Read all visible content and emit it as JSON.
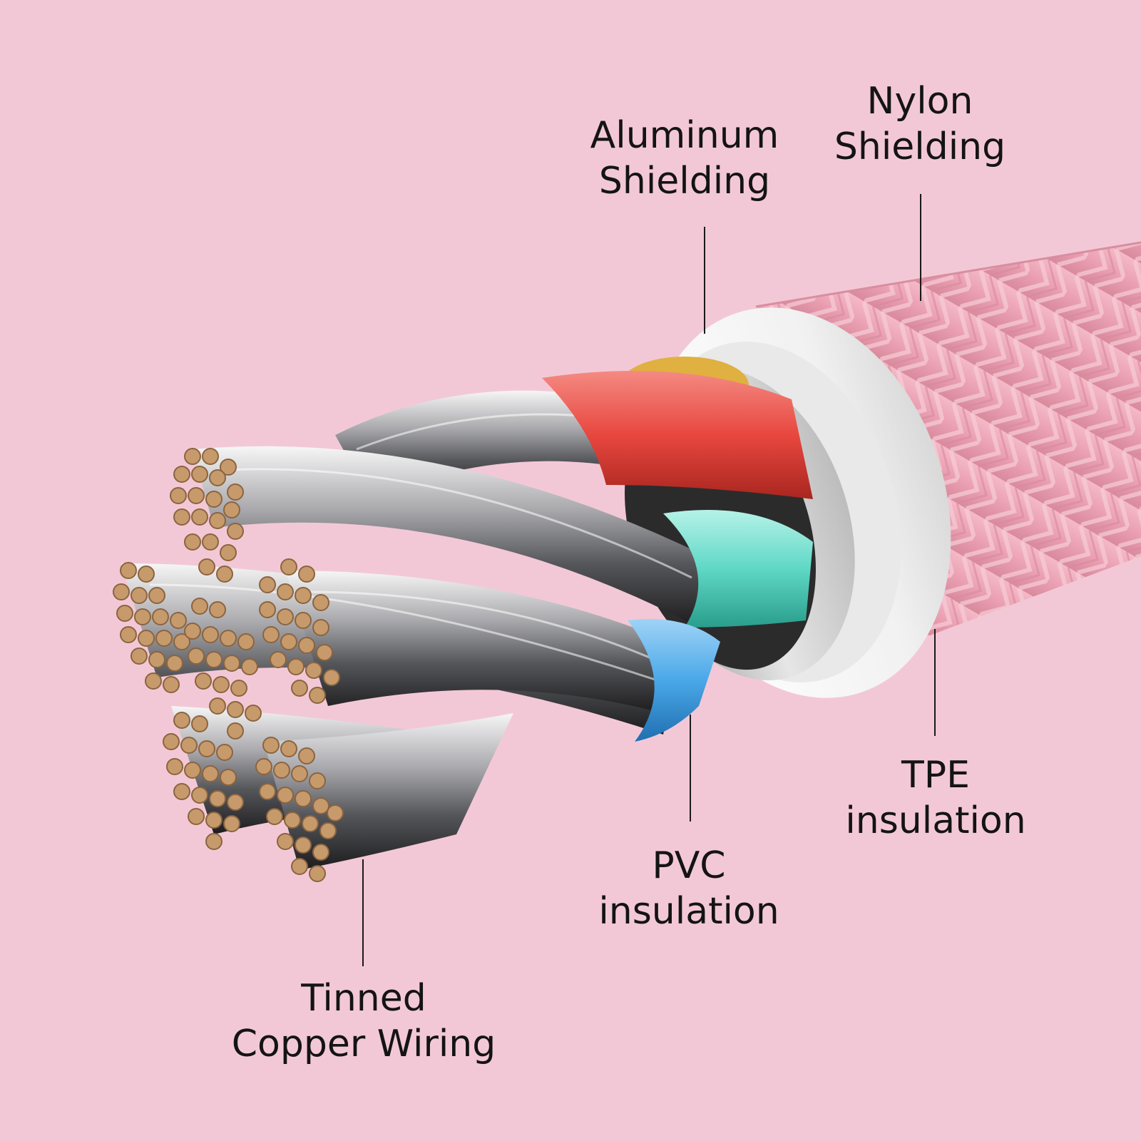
{
  "labels": {
    "nylon_shielding": [
      "Nylon",
      "Shielding"
    ],
    "aluminum_shielding": [
      "Aluminum",
      "Shielding"
    ],
    "tpe_insulation": [
      "TPE",
      "insulation"
    ],
    "pvc_insulation": [
      "PVC",
      "insulation"
    ],
    "tinned_copper_wiring": [
      "Tinned",
      "Copper Wiring"
    ]
  },
  "colors": {
    "background": "#f3c8d6",
    "nylon_braid": "#eda7b8",
    "tpe_jacket": "#f4f4f4",
    "aluminum_foil": "#d8d8d8",
    "wire_red": "#e8473f",
    "wire_teal": "#5fd8c6",
    "wire_blue": "#4aa8e8",
    "wire_gold": "#e0b040",
    "tinned_steel": "#b8b8bc",
    "copper_ends": "#c79a6c",
    "label_text": "#141414"
  },
  "icons": {
    "cable": "cable-cross-section-illustration"
  }
}
